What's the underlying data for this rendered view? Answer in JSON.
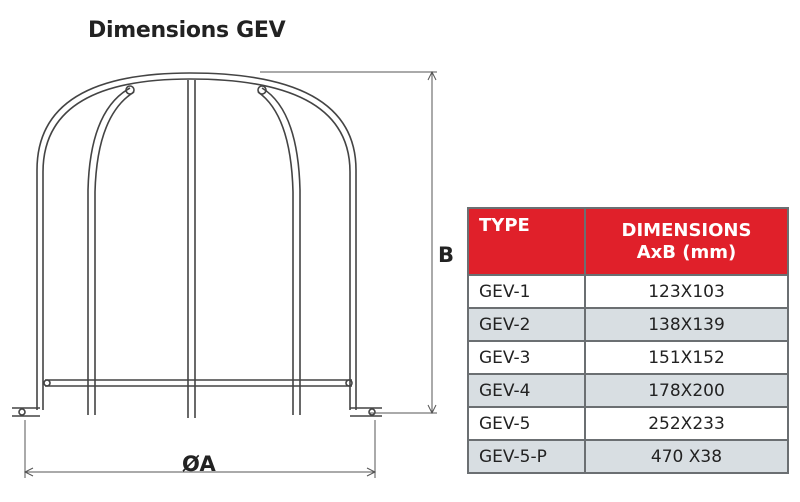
{
  "title": "Dimensions GEV",
  "labels": {
    "height": "B",
    "diameter": "ØA"
  },
  "table": {
    "headers": {
      "type": "TYPE",
      "dim_line1": "DIMENSIONS",
      "dim_line2": "AxB (mm)"
    },
    "rows": [
      {
        "type": "GEV-1",
        "dim": "123X103"
      },
      {
        "type": "GEV-2",
        "dim": "138X139"
      },
      {
        "type": "GEV-3",
        "dim": "151X152"
      },
      {
        "type": "GEV-4",
        "dim": "178X200"
      },
      {
        "type": "GEV-5",
        "dim": "252X233"
      },
      {
        "type": "GEV-5-P",
        "dim": "470 X38"
      }
    ],
    "header_color": "#e0202a"
  }
}
